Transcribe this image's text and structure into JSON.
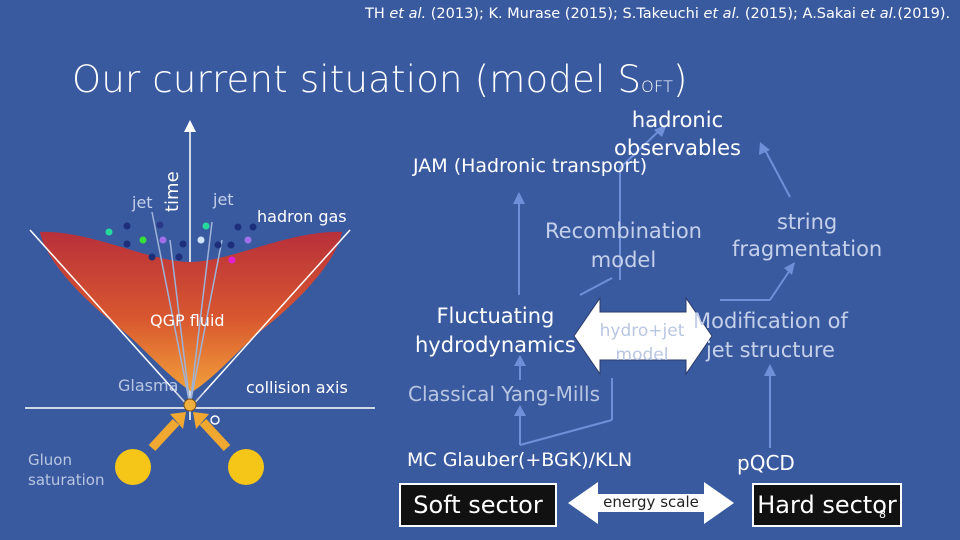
{
  "references": {
    "part1": "TH ",
    "etal1": "et al.",
    "part2": " (2013); K. Murase (2015); S.Takeuchi ",
    "etal2": "et al.",
    "part3": " (2015); A.Sakai ",
    "etal3": "et al.",
    "part4": "(2019)."
  },
  "title": {
    "main": "Our current situation (model S",
    "subscript": "OFT",
    "close": ")"
  },
  "left_diagram": {
    "time_label": "time",
    "jet_left": "jet",
    "jet_right": "jet",
    "hadron_gas": "hadron gas",
    "qgp_fluid": "QGP fluid",
    "glasma": "Glasma",
    "collision_axis": "collision axis",
    "gluon_saturation_line1": "Gluon",
    "gluon_saturation_line2": "saturation",
    "colors": {
      "fluid_top": "#c0392b",
      "fluid_bottom": "#f2a33a",
      "nucleus": "#f5c518",
      "arrow": "#f0a830"
    }
  },
  "flow": {
    "hadronic_observables_line1": "hadronic",
    "hadronic_observables_line2": "observables",
    "jam": "JAM (Hadronic  transport)",
    "recombination_line1": "Recombination",
    "recombination_line2": "model",
    "string_line1": "string",
    "string_line2": "fragmentation",
    "fluctuating_line1": "Fluctuating",
    "fluctuating_line2": "hydrodynamics",
    "hydro_jet_line1": "hydro+jet",
    "hydro_jet_line2": "model",
    "modification_line1": "Modification of",
    "modification_line2": "jet structure",
    "classical_ym": "Classical Yang-Mills",
    "mc_glauber": "MC Glauber(+BGK)/KLN",
    "pqcd": "pQCD",
    "soft_sector": "Soft sector",
    "energy_scale": "energy scale",
    "hard_sector": "Hard sector",
    "page_number": "8"
  }
}
